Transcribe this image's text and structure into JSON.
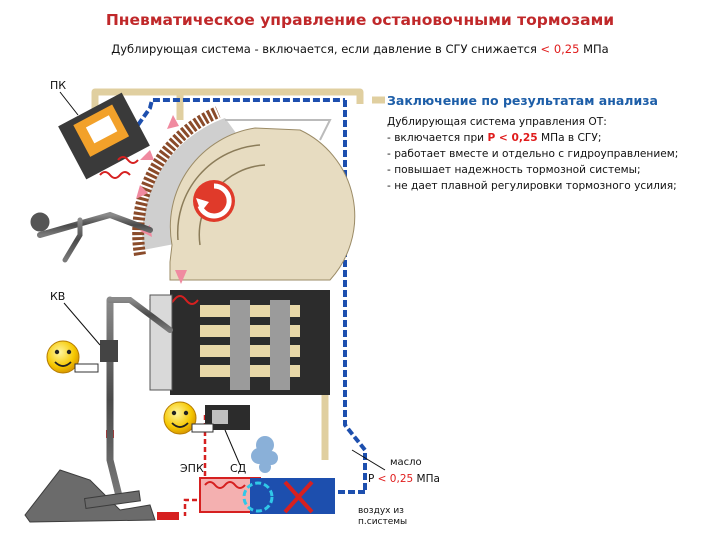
{
  "title": "Пневматическое управление остановочными тормозами",
  "subtitle": {
    "prefix": "Дублирующая система - включается, если давление в СГУ снижается ",
    "value": "< 0,25",
    "unit": " МПа"
  },
  "labels": {
    "pk": "ПК",
    "kv": "КВ",
    "epk": "ЭПК",
    "sd": "СД",
    "oil_label": "масло",
    "oil_prefix": "Р ",
    "oil_value": "< 0,25",
    "oil_unit": " МПа",
    "air_line1": "воздух из",
    "air_line2": "п.системы"
  },
  "conclusion": {
    "heading": "Заключение по результатам анализа",
    "intro": "Дублирующая система управления ОТ:",
    "item1_prefix": "- включается при ",
    "item1_value": "Р < 0,25",
    "item1_unit": " МПа в СГУ;",
    "item2": "- работает вместе и отдельно с гидроуправлением;",
    "item3": "- повышает надежность тормозной системы;",
    "item4": "- не дает плавной регулировки тормозного усилия;"
  },
  "colors": {
    "title": "#c0282a",
    "highlight": "#e01c1c",
    "heading": "#1d5ea8",
    "oil_line": "#e0cfa0",
    "air_line": "#1d4fae",
    "red_line": "#d62020",
    "metal": "#6b6b6b"
  }
}
